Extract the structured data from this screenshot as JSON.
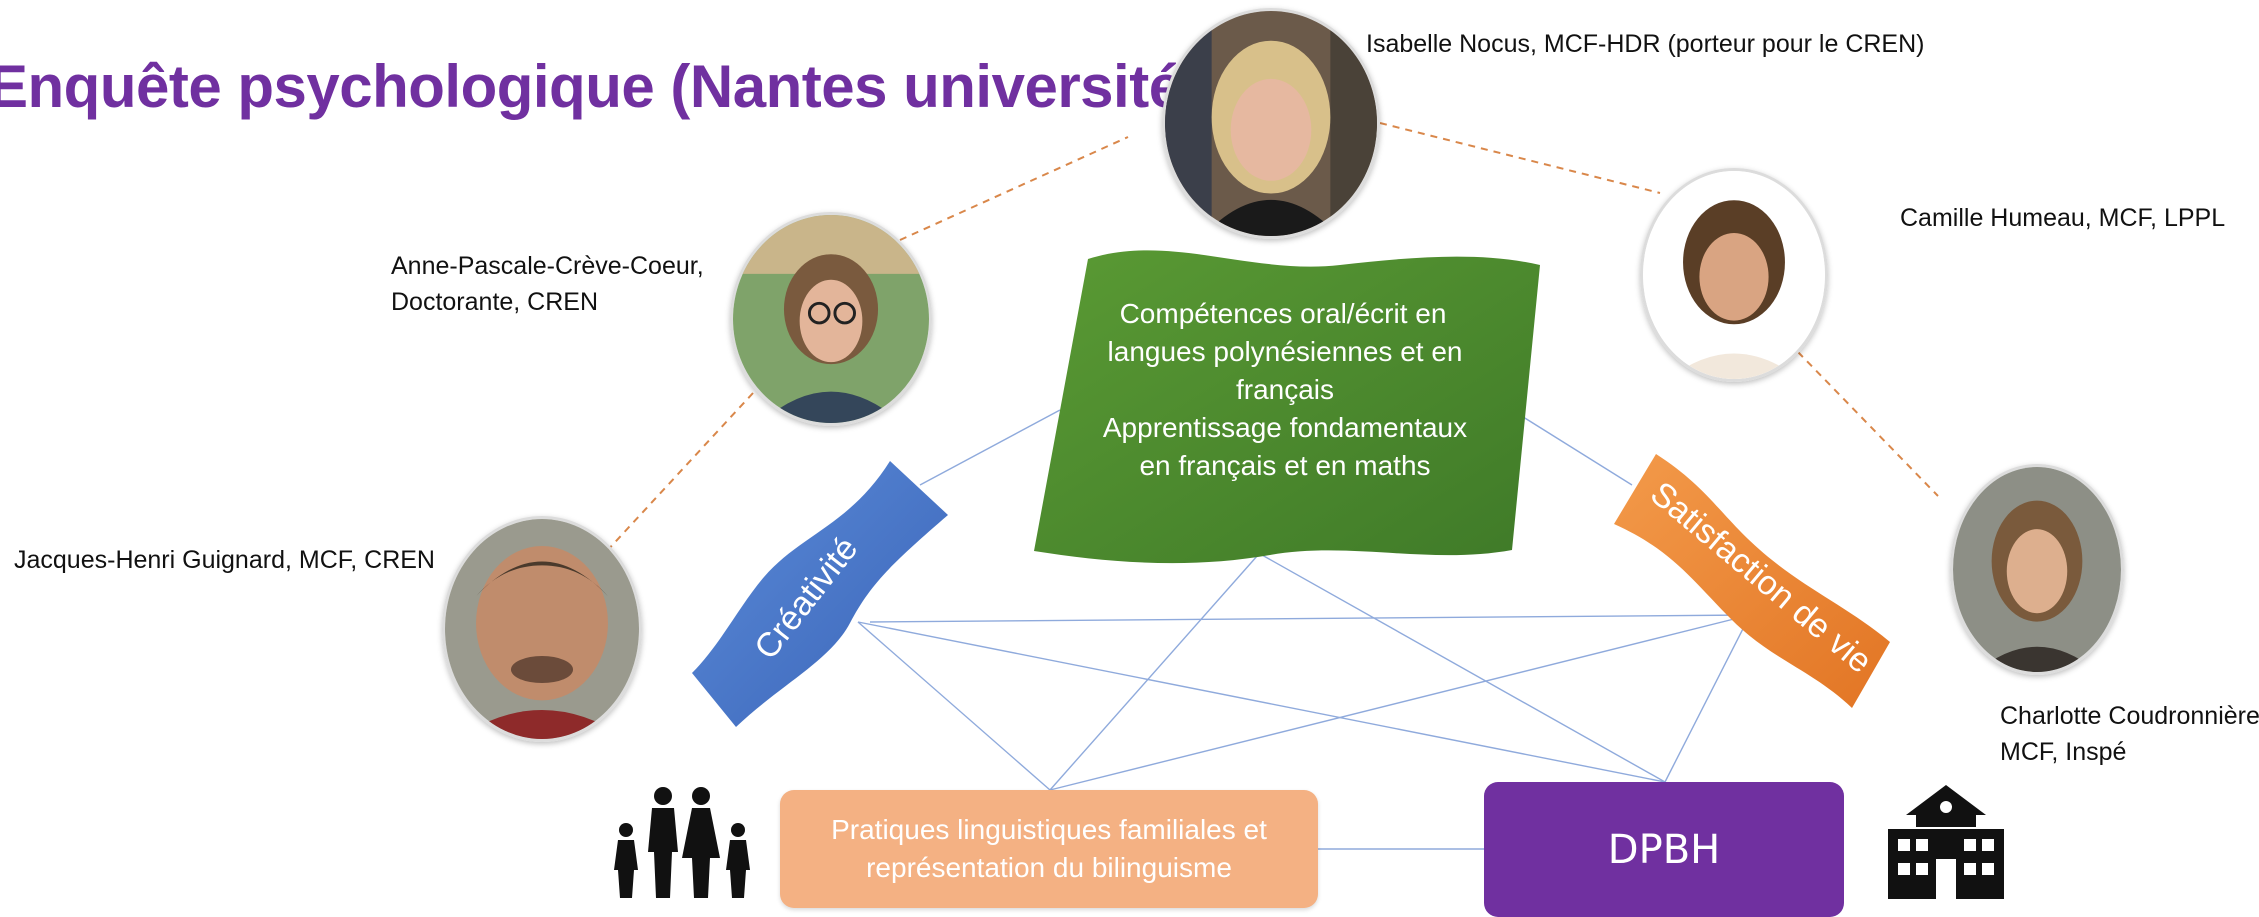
{
  "slide": {
    "title": "Enquête psychologique (Nantes université)"
  },
  "people": {
    "nocus": "Isabelle Nocus, MCF-HDR (porteur pour le CREN)",
    "humeau": "Camille Humeau, MCF, LPPL",
    "creve_coeur_line1": "Anne-Pascale-Crève-Coeur,",
    "creve_coeur_line2": "Doctorante, CREN",
    "guignard": "Jacques-Henri Guignard, MCF, CREN",
    "coudronniere_line1": "Charlotte Coudronnière,",
    "coudronniere_line2": "MCF, Inspé"
  },
  "nodes": {
    "competences_lines": [
      "Compétences oral/écrit en",
      "langues polynésiennes et en",
      "français",
      "Apprentissage fondamentaux",
      "en français et en maths"
    ],
    "creativite": "Créativité",
    "satisfaction": "Satisfaction de vie",
    "family_line1": "Pratiques linguistiques familiales et",
    "family_line2": "représentation du bilinguisme",
    "dpbh": "DPBH"
  },
  "icons": {
    "family": "family-icon",
    "school": "school-building-icon"
  },
  "colors": {
    "title": "#7030a0",
    "competences": "#4e8a2e",
    "creativite": "#4472c4",
    "satisfaction": "#ed7d31",
    "family_box": "#f4b183",
    "dpbh": "#7030a0",
    "connector": "#8faadc",
    "dashed": "#d9874a"
  }
}
